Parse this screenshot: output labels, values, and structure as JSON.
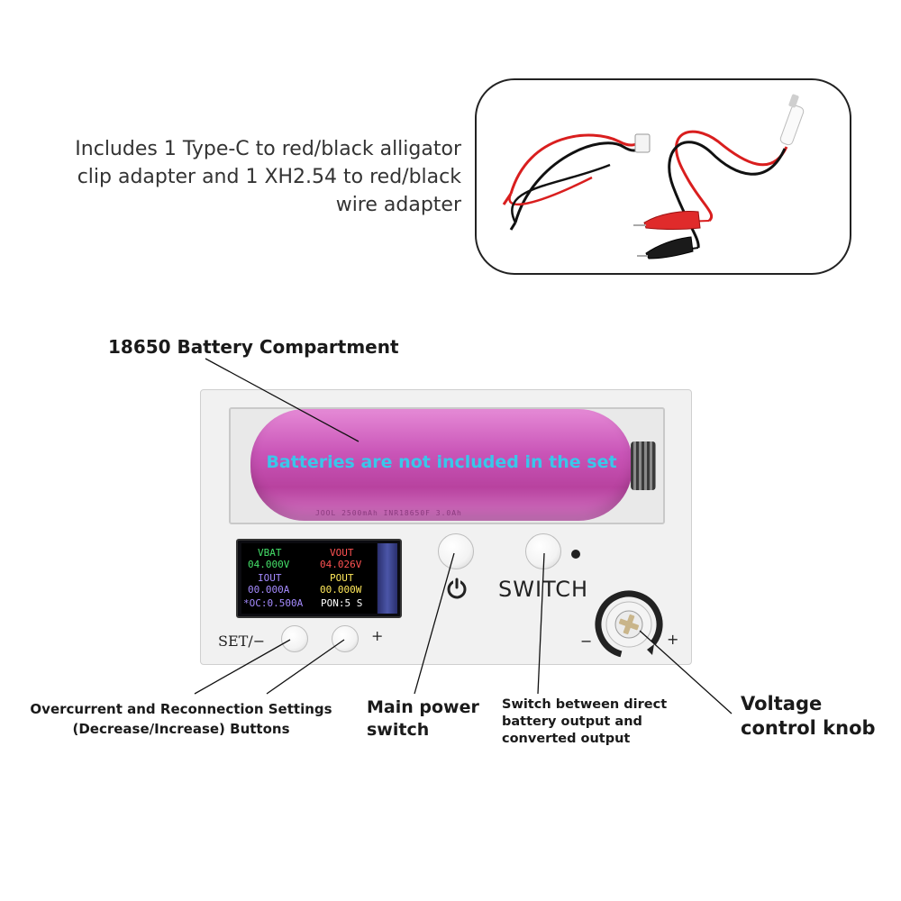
{
  "adapter_caption": [
    "Includes 1 Type-C to red/black alligator",
    "clip adapter and 1 XH2.54 to red/black",
    "wire adapter"
  ],
  "labels": {
    "compartment": "18650 Battery Compartment",
    "settings": [
      "Overcurrent and Reconnection Settings",
      "(Decrease/Increase) Buttons"
    ],
    "main_power": [
      "Main power",
      "switch"
    ],
    "switch_desc": [
      "Switch between direct",
      "battery output and",
      "converted output"
    ],
    "knob": [
      "Voltage",
      "control knob"
    ]
  },
  "battery": {
    "note": "Batteries are not included in the set",
    "print": "JOOL 2500mAh INR18650F 3.0Ah"
  },
  "lcd": {
    "vbat_label": "VBAT",
    "vbat_value": "04.000V",
    "vout_label": "VOUT",
    "vout_value": "04.026V",
    "iout_label": "IOUT",
    "iout_value": "00.000A",
    "pout_label": "POUT",
    "pout_value": "00.000W",
    "oc": "*OC:0.500A",
    "pon": "PON:5 S"
  },
  "device": {
    "set_label": "SET/−",
    "plus_label": "+",
    "switch_label": "SWITCH",
    "knob_minus": "−",
    "knob_plus": "+"
  },
  "colors": {
    "battery": "#c954b7",
    "note": "#39c7ea",
    "wire_red": "#d91e1e",
    "wire_black": "#111111"
  }
}
